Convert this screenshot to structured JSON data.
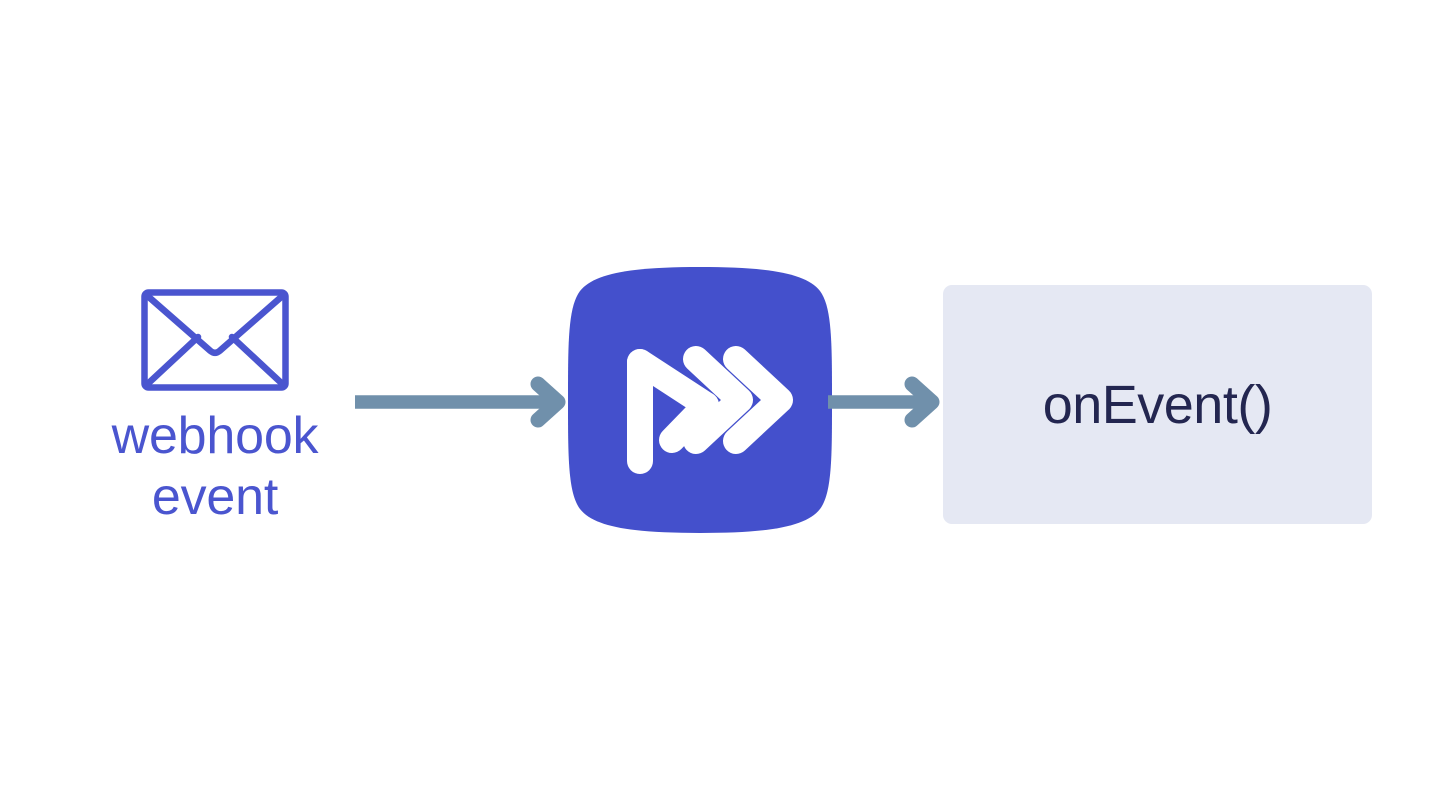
{
  "diagram": {
    "title": "webhook event to onEvent handler flow",
    "background_color": "#ffffff"
  },
  "source": {
    "icon": "envelope-icon",
    "icon_color": "#4a55cf",
    "label": "webhook\nevent",
    "label_line_1": "webhook",
    "label_line_2": "event",
    "label_color": "#4a55cf"
  },
  "service": {
    "icon": "svix-chevrons-logo",
    "badge_color": "#4450cc",
    "mark_color": "#ffffff",
    "shape": "squircle"
  },
  "handler": {
    "label": "onEvent()",
    "background_color": "#e5e8f3",
    "text_color": "#232650"
  },
  "connectors": [
    {
      "name": "arrow-source-to-service",
      "from": "webhook event",
      "to": "service logo",
      "color": "#7090ab",
      "direction": "right"
    },
    {
      "name": "arrow-service-to-handler",
      "from": "service logo",
      "to": "onEvent()",
      "color": "#7090ab",
      "direction": "right"
    }
  ]
}
